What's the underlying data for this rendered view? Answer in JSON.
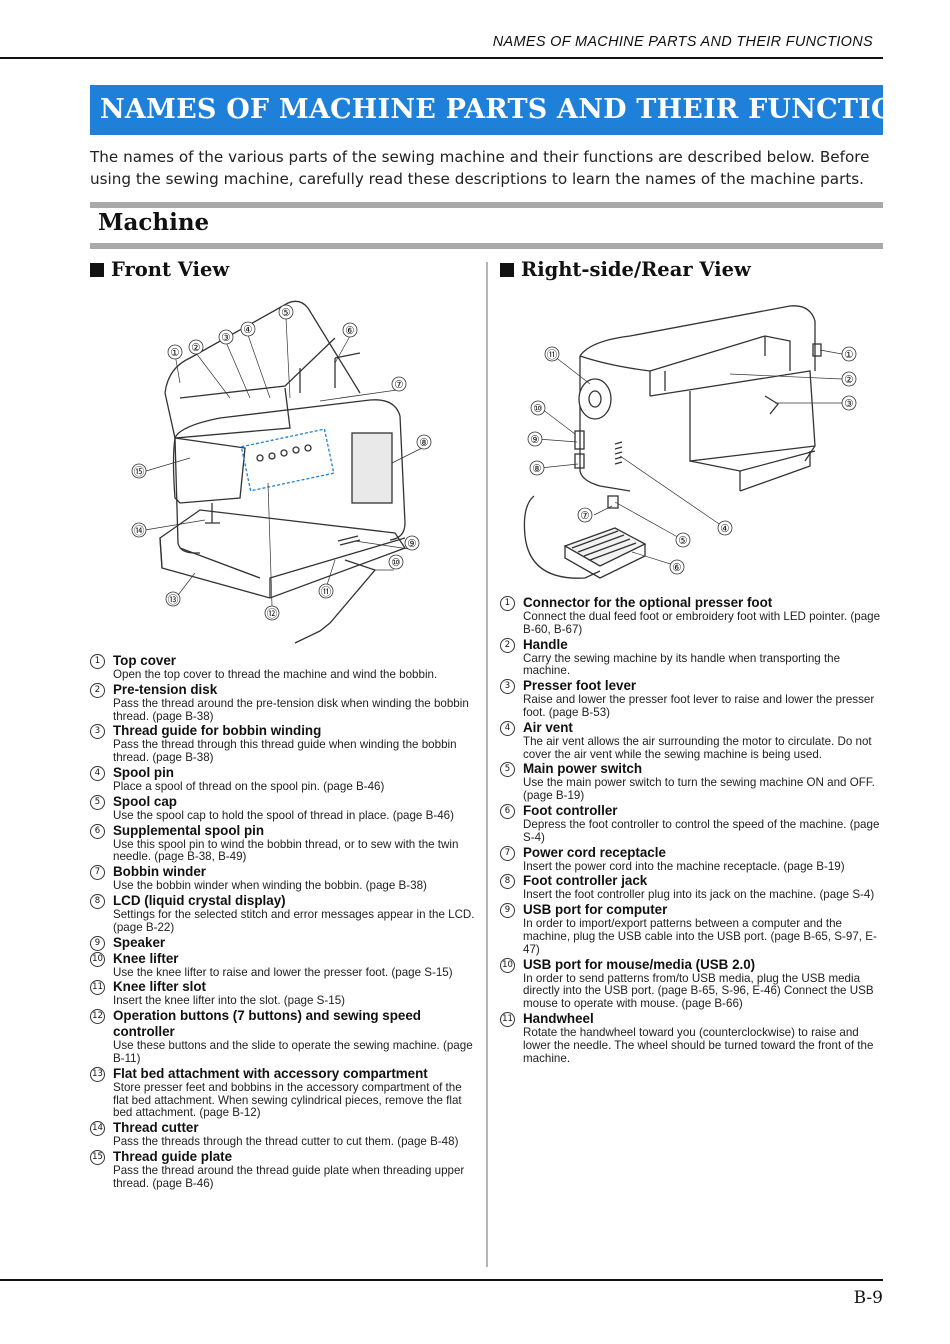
{
  "header": {
    "running_title": "NAMES OF MACHINE PARTS AND THEIR FUNCTIONS",
    "title": "NAMES OF MACHINE PARTS AND THEIR FUNCTIONS",
    "intro": "The names of the various parts of the sewing machine and their functions are described below. Before using the sewing machine, carefully read these descriptions to learn the names of the machine parts."
  },
  "section": {
    "title": "Machine"
  },
  "front_view": {
    "title": "Front View",
    "callouts": [
      "①",
      "②",
      "③",
      "④",
      "⑤",
      "⑥",
      "⑦",
      "⑧",
      "⑨",
      "⑩",
      "⑪",
      "⑫",
      "⑬",
      "⑭",
      "⑮"
    ],
    "parts": [
      {
        "num": "1",
        "name": "Top cover",
        "desc": "Open the top cover to thread the machine and wind the bobbin."
      },
      {
        "num": "2",
        "name": "Pre-tension disk",
        "desc": "Pass the thread around the pre-tension disk when winding the bobbin thread. (page B-38)"
      },
      {
        "num": "3",
        "name": "Thread guide for bobbin winding",
        "desc": "Pass the thread through this thread guide when winding the bobbin thread. (page B-38)"
      },
      {
        "num": "4",
        "name": "Spool pin",
        "desc": "Place a spool of thread on the spool pin. (page B-46)"
      },
      {
        "num": "5",
        "name": "Spool cap",
        "desc": "Use the spool cap to hold the spool of thread in place. (page B-46)"
      },
      {
        "num": "6",
        "name": "Supplemental spool pin",
        "desc": "Use this spool pin to wind the bobbin thread, or to sew with the twin needle. (page B-38, B-49)"
      },
      {
        "num": "7",
        "name": "Bobbin winder",
        "desc": "Use the bobbin winder when winding the bobbin. (page B-38)"
      },
      {
        "num": "8",
        "name": "LCD (liquid crystal display)",
        "desc": "Settings for the selected stitch and error messages appear in the LCD. (page B-22)"
      },
      {
        "num": "9",
        "name": "Speaker",
        "desc": ""
      },
      {
        "num": "10",
        "name": "Knee lifter",
        "desc": "Use the knee lifter to raise and lower the presser foot. (page S-15)"
      },
      {
        "num": "11",
        "name": "Knee lifter slot",
        "desc": "Insert the knee lifter into the slot. (page S-15)"
      },
      {
        "num": "12",
        "name": "Operation buttons (7 buttons) and sewing speed controller",
        "desc": "Use these buttons and the slide to operate the sewing machine. (page B-11)"
      },
      {
        "num": "13",
        "name": "Flat bed attachment with accessory compartment",
        "desc": "Store presser feet and bobbins in the accessory compartment of the flat bed attachment. When sewing cylindrical pieces, remove the flat bed attachment. (page B-12)"
      },
      {
        "num": "14",
        "name": "Thread cutter",
        "desc": "Pass the threads through the thread cutter to cut them. (page B-48)"
      },
      {
        "num": "15",
        "name": "Thread guide plate",
        "desc": "Pass the thread around the thread guide plate when threading upper thread. (page B-46)"
      }
    ]
  },
  "rear_view": {
    "title": "Right-side/Rear View",
    "callouts": [
      "①",
      "②",
      "③",
      "④",
      "⑤",
      "⑥",
      "⑦",
      "⑧",
      "⑨",
      "⑩",
      "⑪"
    ],
    "parts": [
      {
        "num": "1",
        "name": "Connector for the optional presser foot",
        "desc": "Connect the dual feed foot or embroidery foot with LED pointer. (page B-60, B-67)"
      },
      {
        "num": "2",
        "name": "Handle",
        "desc": "Carry the sewing machine by its handle when transporting the machine."
      },
      {
        "num": "3",
        "name": "Presser foot lever",
        "desc": "Raise and lower the presser foot lever to raise and lower the presser foot. (page B-53)"
      },
      {
        "num": "4",
        "name": "Air vent",
        "desc": "The air vent allows the air surrounding the motor to circulate. Do not cover the air vent while the sewing machine is being used."
      },
      {
        "num": "5",
        "name": "Main power switch",
        "desc": "Use the main power switch to turn the sewing machine ON and OFF. (page B-19)"
      },
      {
        "num": "6",
        "name": "Foot controller",
        "desc": "Depress the foot controller to control the speed of the machine. (page S-4)"
      },
      {
        "num": "7",
        "name": "Power cord receptacle",
        "desc": "Insert the power cord into the machine receptacle. (page B-19)"
      },
      {
        "num": "8",
        "name": "Foot controller jack",
        "desc": "Insert the foot controller plug into its jack on the machine. (page S-4)"
      },
      {
        "num": "9",
        "name": "USB port for computer",
        "desc": "In order to import/export patterns between a computer and the machine, plug the USB cable into the USB port. (page B-65, S-97, E-47)"
      },
      {
        "num": "10",
        "name": "USB port for mouse/media (USB 2.0)",
        "desc": "In order to send patterns from/to USB media, plug the USB media directly into the USB port. (page B-65, S-96, E-46) Connect the USB mouse to operate with mouse. (page B-66)"
      },
      {
        "num": "11",
        "name": "Handwheel",
        "desc": "Rotate the handwheel toward you (counterclockwise) to raise and lower the needle. The wheel should be turned toward the front of the machine."
      }
    ]
  },
  "footer": {
    "page_number": "B-9"
  }
}
